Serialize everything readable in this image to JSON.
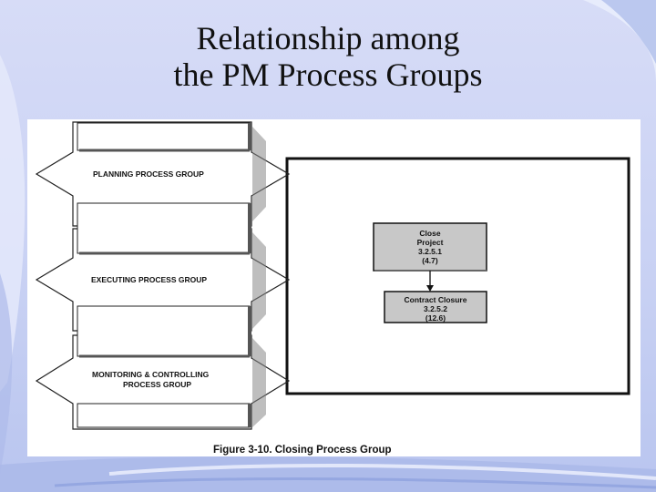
{
  "slide": {
    "title_line1": "Relationship among",
    "title_line2": "the PM Process Groups"
  },
  "diagram": {
    "groups": [
      {
        "label_line1": "PLANNING PROCESS GROUP",
        "label_line2": ""
      },
      {
        "label_line1": "EXECUTING PROCESS GROUP",
        "label_line2": ""
      },
      {
        "label_line1": "MONITORING & CONTROLLING",
        "label_line2": "PROCESS GROUP"
      }
    ],
    "boxes": [
      {
        "lines": [
          "Close",
          "Project",
          "3.2.5.1",
          "(4.7)"
        ]
      },
      {
        "lines": [
          "Contract Closure",
          "3.2.5.2",
          "(12.6)"
        ]
      }
    ],
    "caption": "Figure 3-10. Closing Process Group"
  },
  "colors": {
    "slide_bg": "#c9d3f2",
    "box_fill": "#c8c8c8",
    "line": "#111111"
  }
}
